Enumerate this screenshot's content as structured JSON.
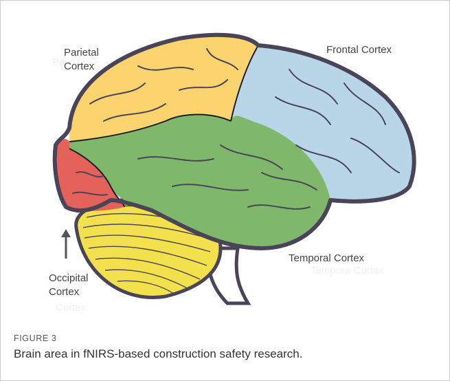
{
  "figure": {
    "labels": {
      "parietal_line1": "Parietal",
      "parietal_line2": "Cortex",
      "frontal": "Frontal Cortex",
      "temporal": "Temporal Cortex",
      "occipital_line1": "Occipital",
      "occipital_line2": "Cortex"
    },
    "colors": {
      "outline": "#4a4458",
      "parietal": "#fbd46f",
      "frontal": "#b9d5e8",
      "temporal": "#7fb86a",
      "occipital": "#e4625a",
      "cerebellum": "#f2e14c",
      "stem": "#ffffff"
    }
  },
  "caption": {
    "label": "FIGURE 3",
    "text": "Brain area in fNIRS-based construction safety research."
  }
}
